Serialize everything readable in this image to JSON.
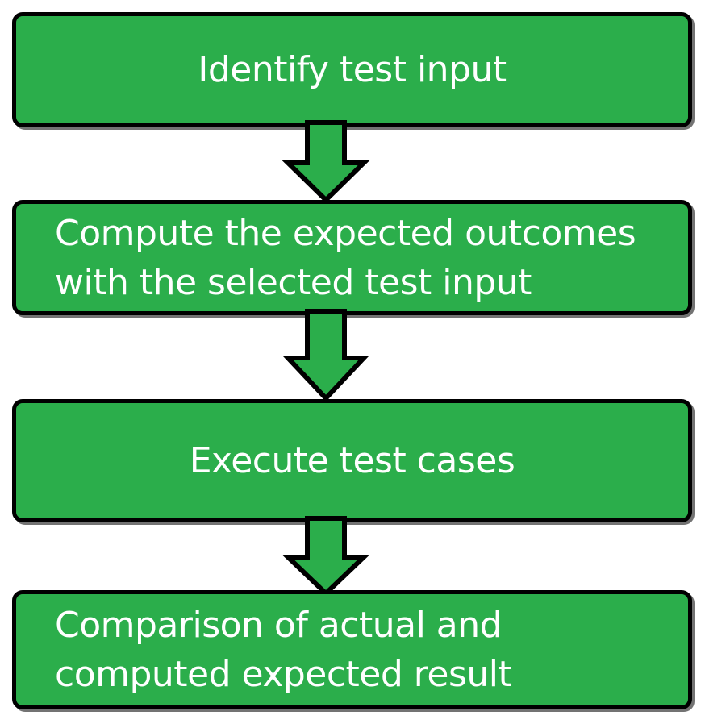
{
  "diagram": {
    "title": "Software testing process flowchart",
    "background_color": "#FFFFFF",
    "node_fill_color": "#2BAE4B",
    "node_border_color": "#000000",
    "node_text_color": "#FFFFFF",
    "arrow_fill_color": "#2BAE4B",
    "arrow_border_color": "#000000",
    "orientation": "top-to-bottom",
    "nodes": [
      {
        "id": "node-1",
        "label": "Identify test input",
        "shape": "rounded-rectangle",
        "align": "center"
      },
      {
        "id": "node-2",
        "label": "Compute the expected outcomes\nwith the selected test input",
        "shape": "rounded-rectangle",
        "align": "left"
      },
      {
        "id": "node-3",
        "label": "Execute test cases",
        "shape": "rounded-rectangle",
        "align": "center"
      },
      {
        "id": "node-4",
        "label": "Comparison of actual and\ncomputed expected result",
        "shape": "rounded-rectangle",
        "align": "left"
      }
    ],
    "connectors": [
      {
        "id": "connector-1",
        "from": "node-1",
        "to": "node-2",
        "glyph": "down-arrow"
      },
      {
        "id": "connector-2",
        "from": "node-2",
        "to": "node-3",
        "glyph": "down-arrow"
      },
      {
        "id": "connector-3",
        "from": "node-3",
        "to": "node-4",
        "glyph": "down-arrow"
      }
    ]
  }
}
